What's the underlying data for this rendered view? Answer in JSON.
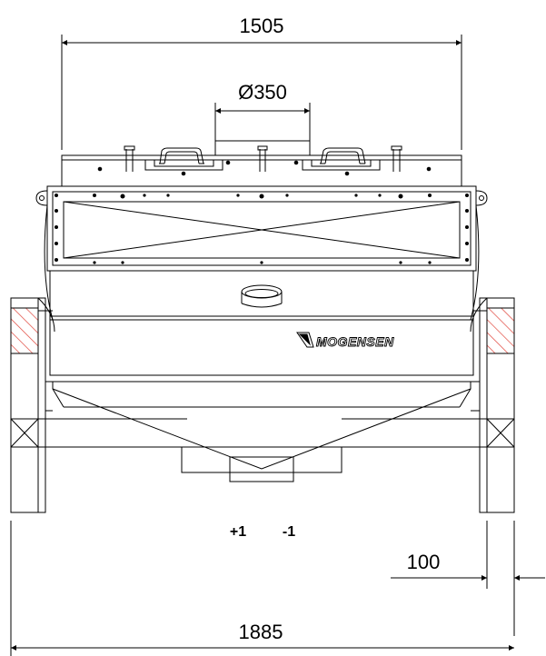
{
  "dimensions": {
    "top_width": "1505",
    "inlet_diameter": "Ø350",
    "overall_width": "1885",
    "wheel_width": "100"
  },
  "markers": {
    "plus": "+1",
    "minus": "-1"
  },
  "brand": {
    "logo_text": "MOGENSEN"
  },
  "colors": {
    "hatch": "#e0463c",
    "line": "#000000"
  }
}
